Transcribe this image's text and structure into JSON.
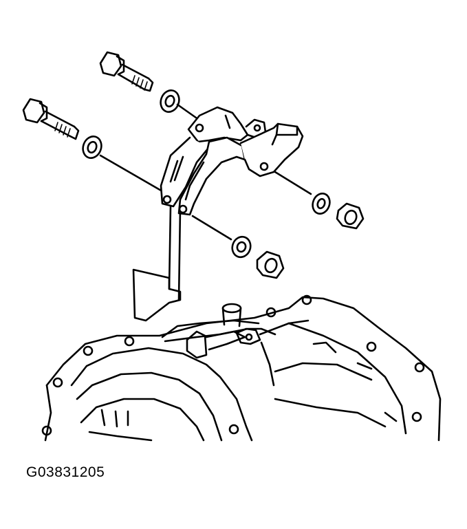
{
  "figure": {
    "code": "G03831205",
    "parts": [
      "bolt",
      "bolt",
      "washer",
      "washer",
      "bracket",
      "washer",
      "washer",
      "nut",
      "nut",
      "stud",
      "transaxle-housing"
    ]
  }
}
